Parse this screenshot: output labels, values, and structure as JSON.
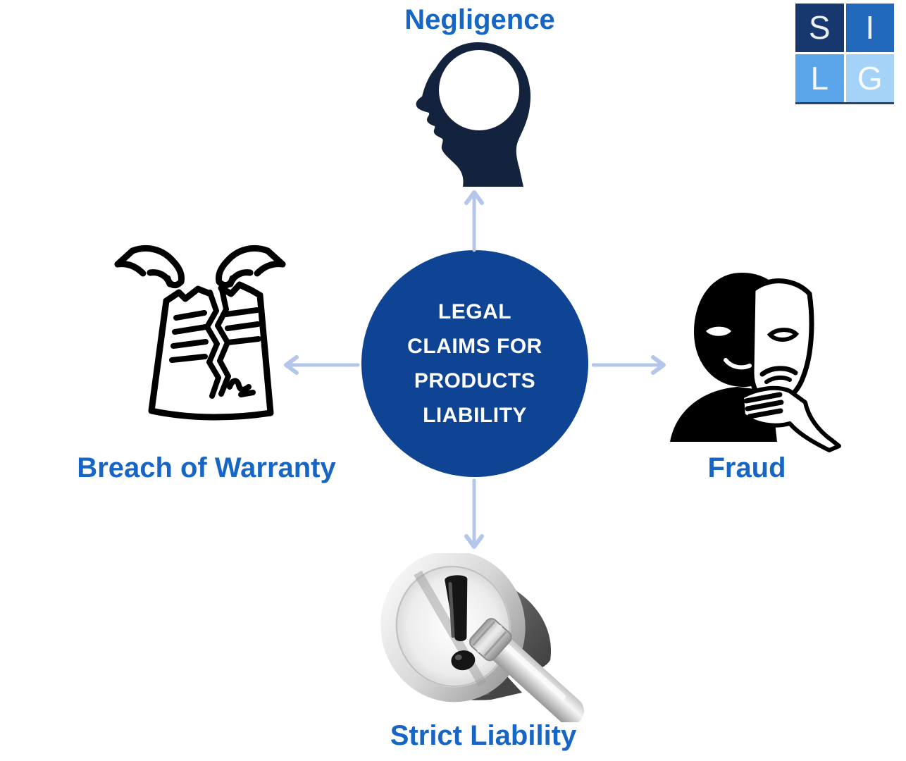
{
  "diagram": {
    "center": {
      "lines": [
        "LEGAL",
        "CLAIMS FOR",
        "PRODUCTS",
        "LIABILITY"
      ],
      "full_label": "LEGAL CLAIMS FOR PRODUCTS LIABILITY",
      "circle_color": "#0e4493",
      "text_color": "#ffffff"
    },
    "nodes": [
      {
        "label": "Negligence",
        "position": "top",
        "icon": "head-profile-brain-icon"
      },
      {
        "label": "Fraud",
        "position": "right",
        "icon": "two-face-mask-icon"
      },
      {
        "label": "Strict Liability",
        "position": "bottom",
        "icon": "magnifier-exclamation-icon"
      },
      {
        "label": "Breach of Warranty",
        "position": "left",
        "icon": "torn-contract-icon"
      }
    ],
    "label_color": "#1766c5",
    "arrow_color": "#b4c6ea",
    "head_icon_color": "#13233d",
    "lineart_icon_color": "#000000"
  },
  "logo": {
    "letters": [
      "S",
      "I",
      "L",
      "G"
    ],
    "tile_colors": [
      "#17386f",
      "#2268bb",
      "#5aa5ea",
      "#a5d3f7"
    ],
    "letter_color": "#ffffff",
    "underline_color": "#32415c"
  }
}
